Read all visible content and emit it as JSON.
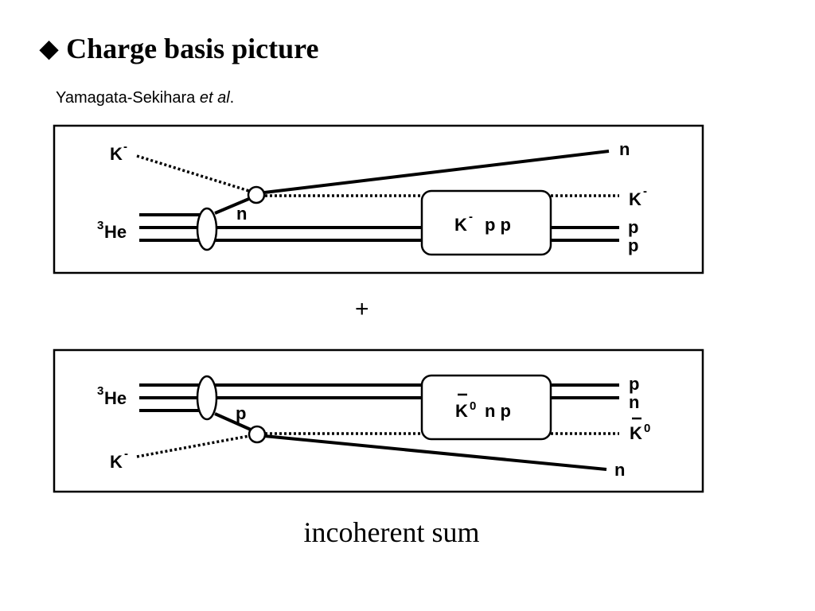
{
  "title": "Charge basis picture",
  "bullet": "◆",
  "author": {
    "name": "Yamagata-Sekihara ",
    "etal": "et al",
    "period": "."
  },
  "plus": "+",
  "footer": "incoherent sum",
  "diagram_top": {
    "kaon_in": "K",
    "kaon_in_sup": "-",
    "target": "He",
    "target_sup": "3",
    "vertex_label": "n",
    "box_k": "K",
    "box_k_sup": "-",
    "box_rest": "p p",
    "out_n": "n",
    "out_k": "K",
    "out_k_sup": "-",
    "out_p1": "p",
    "out_p2": "p"
  },
  "diagram_bottom": {
    "target": "He",
    "target_sup": "3",
    "vertex_label": "p",
    "kaon_in": "K",
    "kaon_in_sup": "-",
    "box_k": "K",
    "box_k_sup": "0",
    "box_rest": "n p",
    "out_p": "p",
    "out_n1": "n",
    "out_k": "K",
    "out_k_sup": "0",
    "out_n2": "n"
  }
}
